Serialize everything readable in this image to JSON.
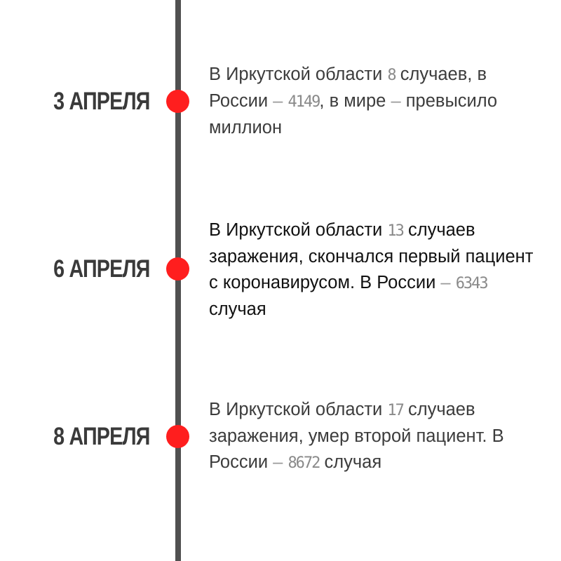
{
  "colors": {
    "line": "#505050",
    "dot": "#ff1e1e",
    "date_text": "#3a3a3a",
    "body_text": "#3c3c3c",
    "number_text": "#8a8a8a"
  },
  "entries": [
    {
      "date": "3 АПРЕЛЯ",
      "text_1": "В Иркутской области ",
      "num_1": "8",
      "text_2": " случаев, в России ",
      "dash_1": "–",
      "num_2": "4149",
      "text_3": ", в мире ",
      "dash_2": "–",
      "text_4": " превысило миллион"
    },
    {
      "date": "6 АПРЕЛЯ",
      "text_1": "В Иркутской области ",
      "num_1": "13",
      "text_2": " случаев заражения, скончался первый пациент с коронавирусом. В России ",
      "dash_1": "–",
      "num_2": "6343",
      "text_3": " случая"
    },
    {
      "date": "8 АПРЕЛЯ",
      "text_1": "В Иркутской области ",
      "num_1": "17",
      "text_2": " случаев заражения, умер второй пациент. В России ",
      "dash_1": "–",
      "num_2": "8672",
      "text_3": " случая"
    }
  ]
}
